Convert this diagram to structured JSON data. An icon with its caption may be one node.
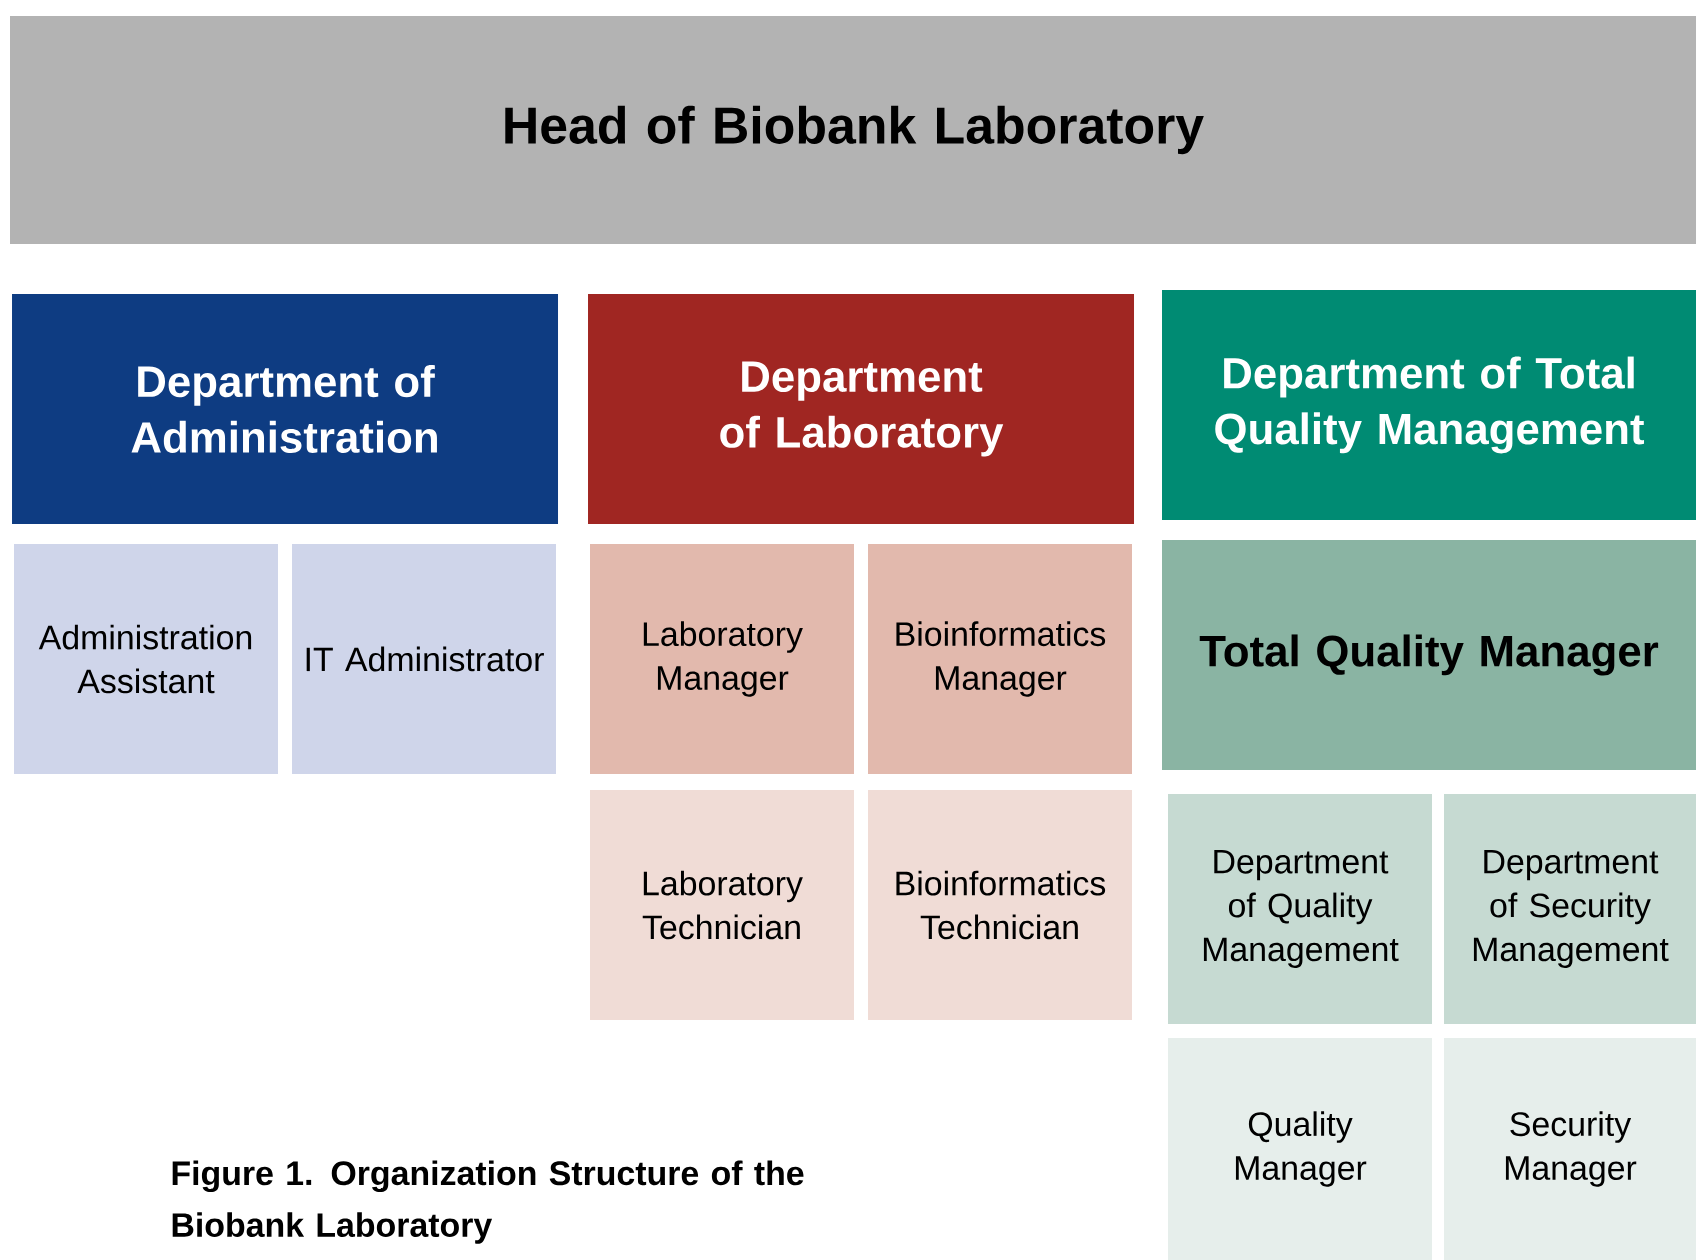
{
  "diagram": {
    "caption": "Figure 1. Organization Structure of the Biobank Laboratory",
    "nodes": [
      {
        "text": [
          "Head of Biobank Laboratory"
        ]
      },
      {
        "text": [
          "Department of Administration"
        ]
      },
      {
        "text": [
          "Department of Laboratory"
        ]
      },
      {
        "text": [
          "Department of Total Quality Management"
        ]
      },
      {
        "text": [
          "Administration Assistant"
        ]
      },
      {
        "text": [
          "IT Administrator"
        ]
      },
      {
        "text": [
          "Laboratory Manager"
        ]
      },
      {
        "text": [
          "Bioinformatics Manager"
        ]
      },
      {
        "text": [
          "Laboratory Technician"
        ]
      },
      {
        "text": [
          "Bioinformatics Technician"
        ]
      },
      {
        "text": [
          "Total Quality Manager"
        ]
      },
      {
        "text": [
          "Department of Quality Management"
        ]
      },
      {
        "text": [
          "Department of Security Management"
        ]
      },
      {
        "text": [
          "Quality Manager"
        ]
      },
      {
        "text": [
          "Security Manager"
        ]
      }
    ]
  }
}
